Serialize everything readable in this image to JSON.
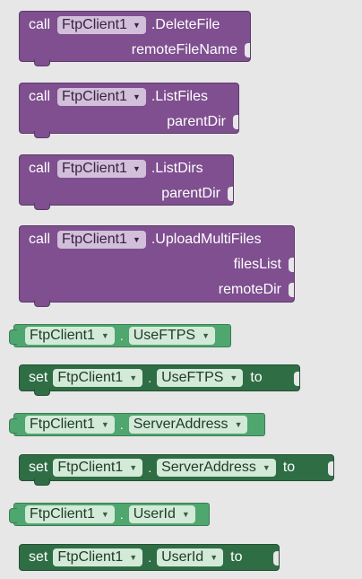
{
  "blocks": {
    "call_keyword": "call",
    "set_keyword": "set",
    "to_keyword": "to",
    "component": "FtpClient1",
    "delete_file": {
      "method": ".DeleteFile",
      "args": [
        "remoteFileName"
      ]
    },
    "list_files": {
      "method": ".ListFiles",
      "args": [
        "parentDir"
      ]
    },
    "list_dirs": {
      "method": ".ListDirs",
      "args": [
        "parentDir"
      ]
    },
    "upload_multi": {
      "method": ".UploadMultiFiles",
      "args": [
        "filesList",
        "remoteDir"
      ]
    },
    "props": {
      "use_ftps": "UseFTPS",
      "server_address": "ServerAddress",
      "user_id": "UserId"
    },
    "dot": "."
  },
  "colors": {
    "canvas": "#e7e7e7",
    "method_purple": "#7f4f90",
    "getter_green": "#4fa66f",
    "setter_green": "#2f6e45"
  },
  "icons": {
    "dropdown": "triangle-down-icon"
  }
}
